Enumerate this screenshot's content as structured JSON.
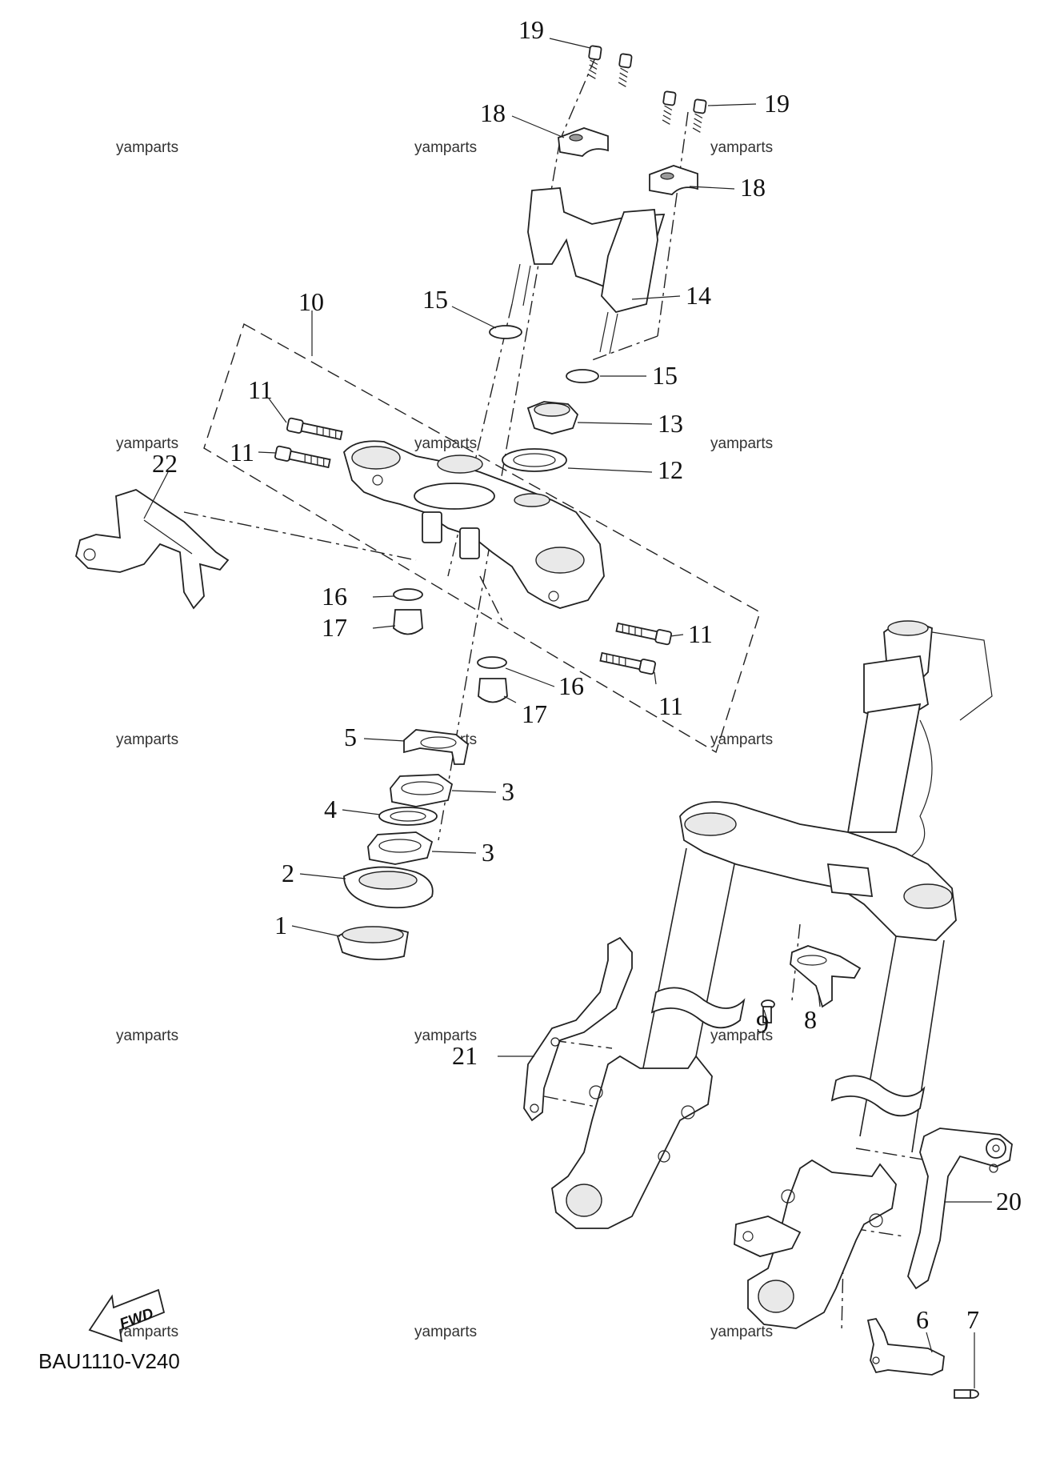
{
  "diagram": {
    "code": "BAU1110-V240",
    "fwd_label": "FWD",
    "watermark": "yamparts",
    "callouts": {
      "c1": "1",
      "c2": "2",
      "c3a": "3",
      "c3b": "3",
      "c4": "4",
      "c5": "5",
      "c6": "6",
      "c7": "7",
      "c8": "8",
      "c9": "9",
      "c10": "10",
      "c11a": "11",
      "c11b": "11",
      "c11c": "11",
      "c11d": "11",
      "c12": "12",
      "c13": "13",
      "c14": "14",
      "c15a": "15",
      "c15b": "15",
      "c16a": "16",
      "c16b": "16",
      "c17a": "17",
      "c17b": "17",
      "c18a": "18",
      "c18b": "18",
      "c19a": "19",
      "c19b": "19",
      "c20": "20",
      "c21": "21",
      "c22": "22"
    }
  }
}
